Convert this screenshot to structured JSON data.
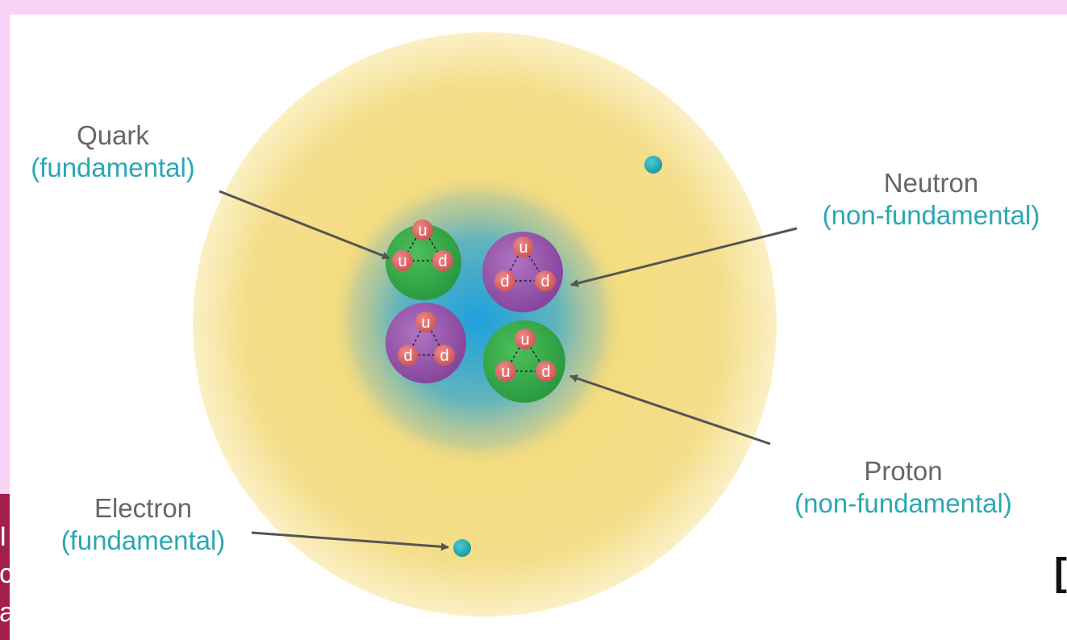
{
  "labels": {
    "quark": {
      "name": "Quark",
      "kind": "(fundamental)"
    },
    "neutron": {
      "name": "Neutron",
      "kind": "(non-fundamental)"
    },
    "proton": {
      "name": "Proton",
      "kind": "(non-fundamental)"
    },
    "electron": {
      "name": "Electron",
      "kind": "(fundamental)"
    }
  },
  "nucleons": {
    "proton_top_left": [
      "u",
      "u",
      "d"
    ],
    "neutron_top_right": [
      "u",
      "d",
      "d"
    ],
    "neutron_bottom_left": [
      "u",
      "d",
      "d"
    ],
    "proton_bottom_right": [
      "u",
      "u",
      "d"
    ]
  },
  "edge_fragments": {
    "left_lines": [
      "I",
      "c",
      "a"
    ],
    "right": "["
  },
  "colors": {
    "background_band": "#f9d2f6",
    "electron_cloud": "#f2dc80",
    "nucleus_glow": "#2aa6d0",
    "proton": "#3aa64a",
    "neutron": "#8e48a0",
    "quark": "#e06868",
    "electron": "#2ab0b8",
    "label_name": "#666666",
    "label_kind": "#2aa8b4",
    "arrow": "#555555"
  }
}
